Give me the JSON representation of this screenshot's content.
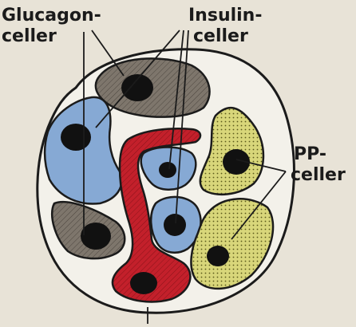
{
  "labels": {
    "glucagon_line1": "Glucagon-",
    "glucagon_line2": "celler",
    "insulin_line1": "Insulin-",
    "insulin_line2": "celler",
    "pp_line1": "PP-",
    "pp_line2": "celler"
  },
  "colors": {
    "background": "#e8e3d7",
    "islet_fill": "#f3f1ea",
    "outline": "#1b1b1b",
    "glucagon_cell": "#7e766c",
    "insulin_cell": "#86a9d4",
    "pp_cell": "#d8d67a",
    "blood_vessel": "#c3202b",
    "nucleus": "#111111"
  },
  "cell_types": [
    "glucagon",
    "insulin",
    "pp",
    "blood-vessel"
  ]
}
